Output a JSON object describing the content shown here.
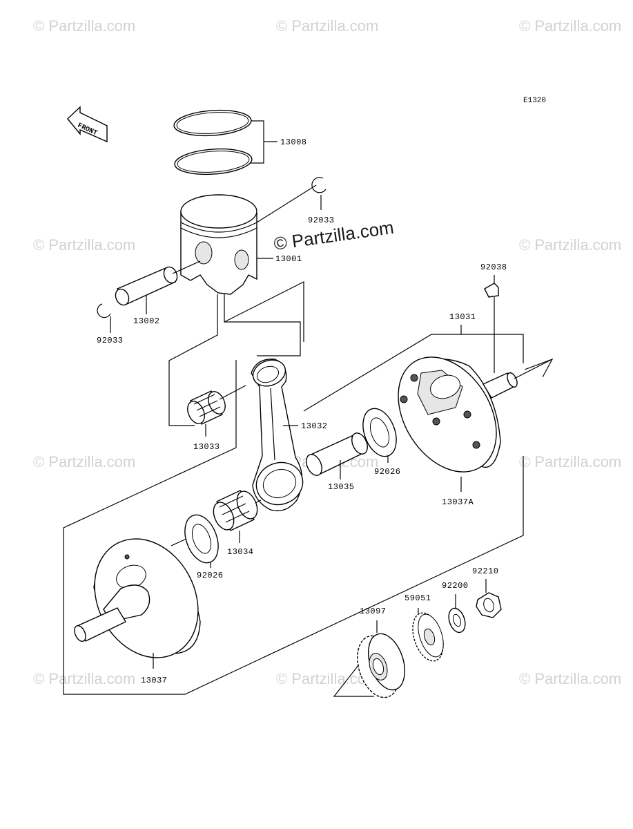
{
  "diagram_code": "E1320",
  "front_label": "FRONT",
  "watermark_text": "© Partzilla.com",
  "center_watermark": "© Partzilla.com",
  "parts": {
    "piston_rings": "13008",
    "circlip_upper": "92033",
    "piston": "13001",
    "piston_pin": "13002",
    "circlip_lower": "92033",
    "small_end_bearing": "13033",
    "connecting_rod": "13032",
    "crank_pin": "13035",
    "washer_right": "92026",
    "crankshaft_assy": "13031",
    "key": "92038",
    "crankshaft_right": "13037A",
    "big_end_bearing": "13034",
    "washer_left": "92026",
    "crankshaft_left": "13037",
    "gear_primary": "13097",
    "gear_balancer": "59051",
    "washer_92200": "92200",
    "nut": "92210"
  }
}
